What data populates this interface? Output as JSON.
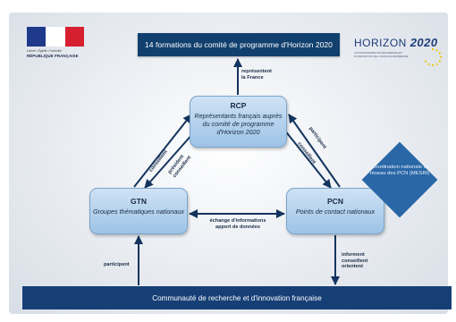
{
  "logo_rf": {
    "motto": "Liberté • Égalité • Fraternité",
    "name": "RÉPUBLIQUE FRANÇAISE"
  },
  "logo_horizon": {
    "word": "HORIZON",
    "year": "2020",
    "subtitle": "LE PROGRAMME DE RECHERCHE ET D'INNOVATION DE L'UNION EUROPÉENNE"
  },
  "top_bar": "14 formations du comité de programme d'Horizon 2020",
  "bottom_bar": "Communauté de recherche et d'innovation française",
  "nodes": {
    "rcp": {
      "abbr": "RCP",
      "desc": "Représentants français auprès du comité de programme d'Horizon 2020"
    },
    "gtn": {
      "abbr": "GTN",
      "desc": "Groupes thématiques nationaux"
    },
    "pcn": {
      "abbr": "PCN",
      "desc": "Points de contact nationaux"
    }
  },
  "coordination": "Coordination nationale du réseau des PCN (MESRI)",
  "edge_labels": {
    "rcp_top_1": "représentent",
    "rcp_top_2": "la France",
    "gtn_rcp_1": "conseillent",
    "rcp_gtn_1": "président",
    "rcp_gtn_2": "conseillent",
    "pcn_rcp_1": "participent",
    "rcp_pcn_1": "conseillent",
    "gtn_pcn_1": "échange d'informations",
    "gtn_pcn_2": "apport de données",
    "pcn_bottom_1": "informent",
    "pcn_bottom_2": "conseillent",
    "pcn_bottom_3": "orientent",
    "bottom_gtn": "participent"
  },
  "colors": {
    "bar_dark": "#12406e",
    "node_fill": "#a9cbea",
    "diamond": "#2a67a6",
    "arrow": "#13345e"
  }
}
